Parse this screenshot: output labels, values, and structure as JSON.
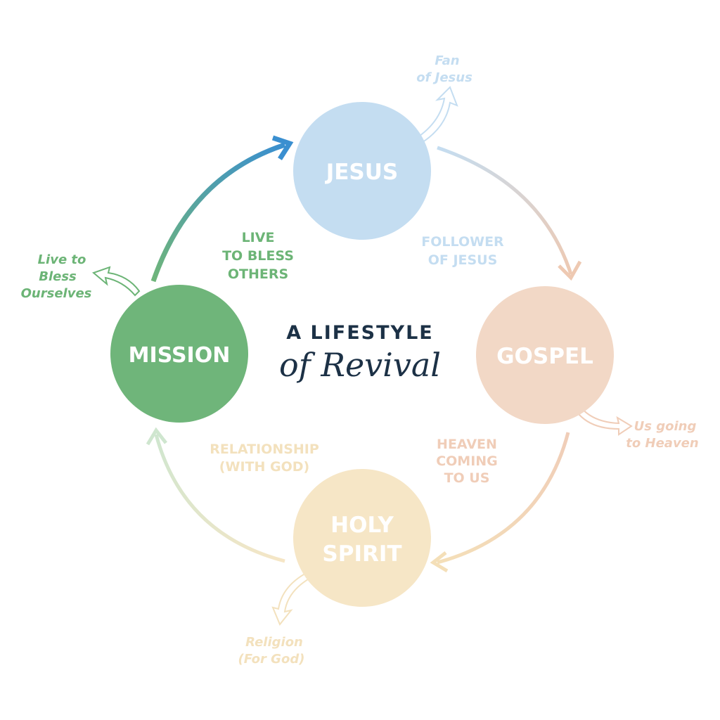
{
  "title": {
    "line1": "A LIFESTYLE",
    "line2": "of Revival"
  },
  "nodes": {
    "jesus": {
      "label": "JESUS",
      "color": "#c4ddf1"
    },
    "gospel": {
      "label": "GOSPEL",
      "color": "#f2d8c6"
    },
    "holy_spirit": {
      "line1": "HOLY",
      "line2": "SPIRIT",
      "color": "#f6e6c6"
    },
    "mission": {
      "label": "MISSION",
      "color": "#6fb57a"
    }
  },
  "edge_labels": {
    "follower": {
      "line1": "FOLLOWER",
      "line2": "OF JESUS",
      "color": "#c4ddf1"
    },
    "heaven": {
      "line1": "HEAVEN",
      "line2": "COMING",
      "line3": "TO US",
      "color": "#f0cdb8"
    },
    "relationship": {
      "line1": "RELATIONSHIP",
      "line2": "(WITH GOD)",
      "color": "#f3e1bd"
    },
    "live": {
      "line1": "LIVE",
      "line2": "TO BLESS",
      "line3": "OTHERS",
      "color": "#6cb476"
    }
  },
  "side_labels": {
    "fan": {
      "line1": "Fan",
      "line2": "of Jesus"
    },
    "heaven": {
      "line1": "Us going",
      "line2": "to Heaven"
    },
    "religion": {
      "line1": "Religion",
      "line2": "(For God)"
    },
    "bless": {
      "line1": "Live to",
      "line2": "Bless",
      "line3": "Ourselves"
    }
  },
  "accent_arrow_color": "#3a8fd0"
}
